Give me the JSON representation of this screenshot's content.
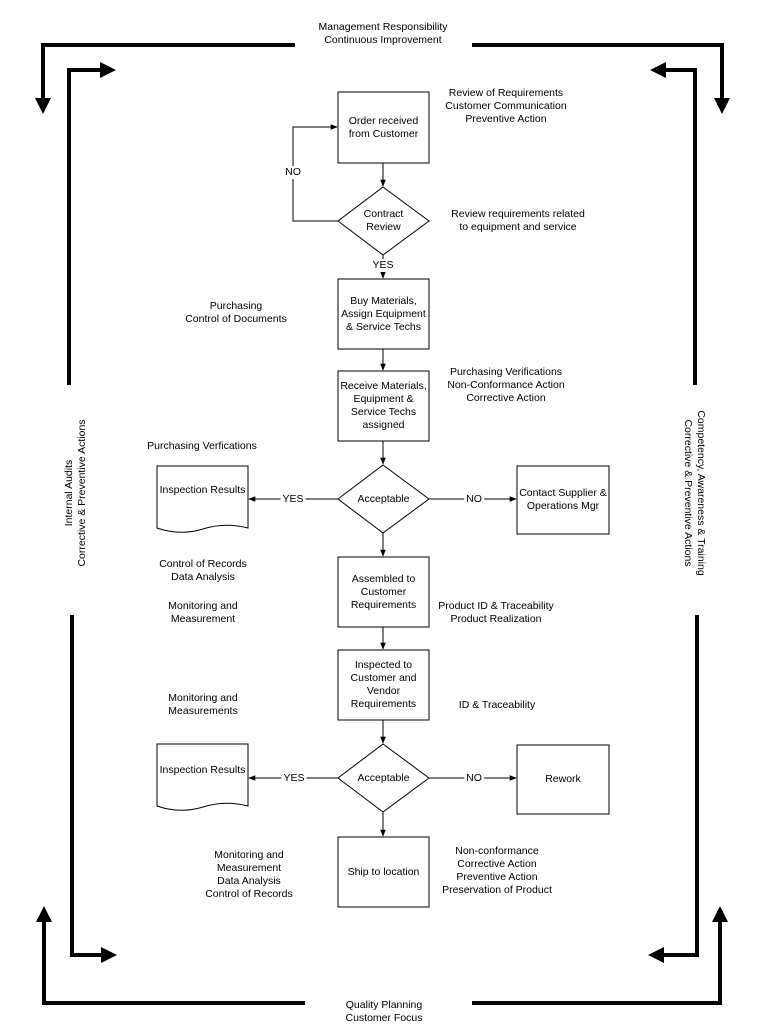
{
  "frame": {
    "top": "Management Responsibility\nContinuous Improvement",
    "bottom": "Quality Planning\nCustomer Focus",
    "left": "Internal Audits\nCorrective & Preventive Actions",
    "right": "Competency, Awareness & Training\nCorrective & Preventive Actions"
  },
  "steps": {
    "order": "Order received\nfrom Customer",
    "contract_review": "Contract\nReview",
    "buy": "Buy Materials,\nAssign Equipment\n& Service Techs",
    "receive": "Receive Materials,\nEquipment &\nService Techs\nassigned",
    "acceptable1": "Acceptable",
    "contact": "Contact Supplier &\nOperations Mgr",
    "inspection1": "Inspection Results",
    "assembled": "Assembled to\nCustomer\nRequirements",
    "inspected": "Inspected to\nCustomer and\nVendor\nRequirements",
    "acceptable2": "Acceptable",
    "rework": "Rework",
    "inspection2": "Inspection Results",
    "ship": "Ship to location"
  },
  "edge_labels": {
    "no_loop": "NO",
    "yes_contract": "YES",
    "yes1": "YES",
    "no1": "NO",
    "yes2": "YES",
    "no2": "NO"
  },
  "annotations": {
    "review_req": "Review of Requirements\nCustomer Communication\nPreventive Action",
    "review_equip": "Review requirements related\nto equipment and service",
    "purchasing_docs": "Purchasing\nControl of Documents",
    "purchasing_verif": "Purchasing Verifications\nNon-Conformance Action\nCorrective Action",
    "purchasing_verfications": "Purchasing Verfications",
    "control_records": "Control of Records\nData Analysis",
    "monitoring1": "Monitoring and\nMeasurement",
    "product_id": "Product ID & Traceability\nProduct Realization",
    "monitoring2": "Monitoring and\nMeasurements",
    "id_trace": "ID & Traceability",
    "monitoring3": "Monitoring and\nMeasurement\nData Analysis\nControl of Records",
    "nonconformance": "Non-conformance\nCorrective Action\nPreventive Action\nPreservation of Product"
  }
}
